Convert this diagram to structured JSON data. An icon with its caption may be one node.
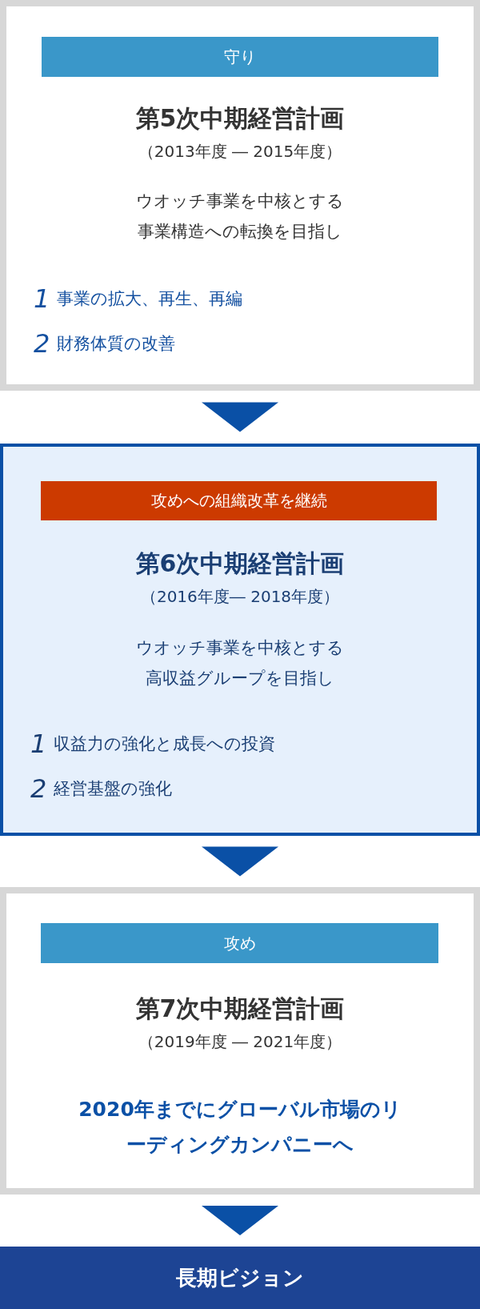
{
  "diagram": {
    "nodes": [
      {
        "text": [
          "第5次中期経営計画",
          "（2013年度 ― 2015年度）",
          "ウオッチ事業を中核とする事業構造への転換を目指し",
          "1",
          "事業の拡大、再生、再編",
          "2",
          "財務体質の改善"
        ]
      },
      {
        "text": [
          "守り"
        ],
        "in": 0
      },
      {
        "text": [
          "第6次中期経営計画",
          "（2016年度― 2018年度）",
          "ウオッチ事業を中核とする高収益グループを目指し",
          "1",
          "収益力の強化と成長への投資",
          "2",
          "経営基盤の強化"
        ]
      },
      {
        "text": [
          "攻めへの組織改革を継続"
        ],
        "in": 2
      },
      {
        "text": [
          "第7次中期経営計画",
          "（2019年度 ― 2021年度）",
          "2020年までにグローバル市場のリーディングカンパニーへ"
        ]
      },
      {
        "text": [
          "攻め"
        ],
        "in": 4
      },
      {
        "text": [
          "長期ビジョン"
        ]
      }
    ],
    "edges": [
      {
        "from": 0,
        "to": 2,
        "arrow": "to"
      },
      {
        "from": 2,
        "to": 4,
        "arrow": "to"
      },
      {
        "from": 4,
        "to": 6,
        "arrow": "to"
      }
    ]
  }
}
